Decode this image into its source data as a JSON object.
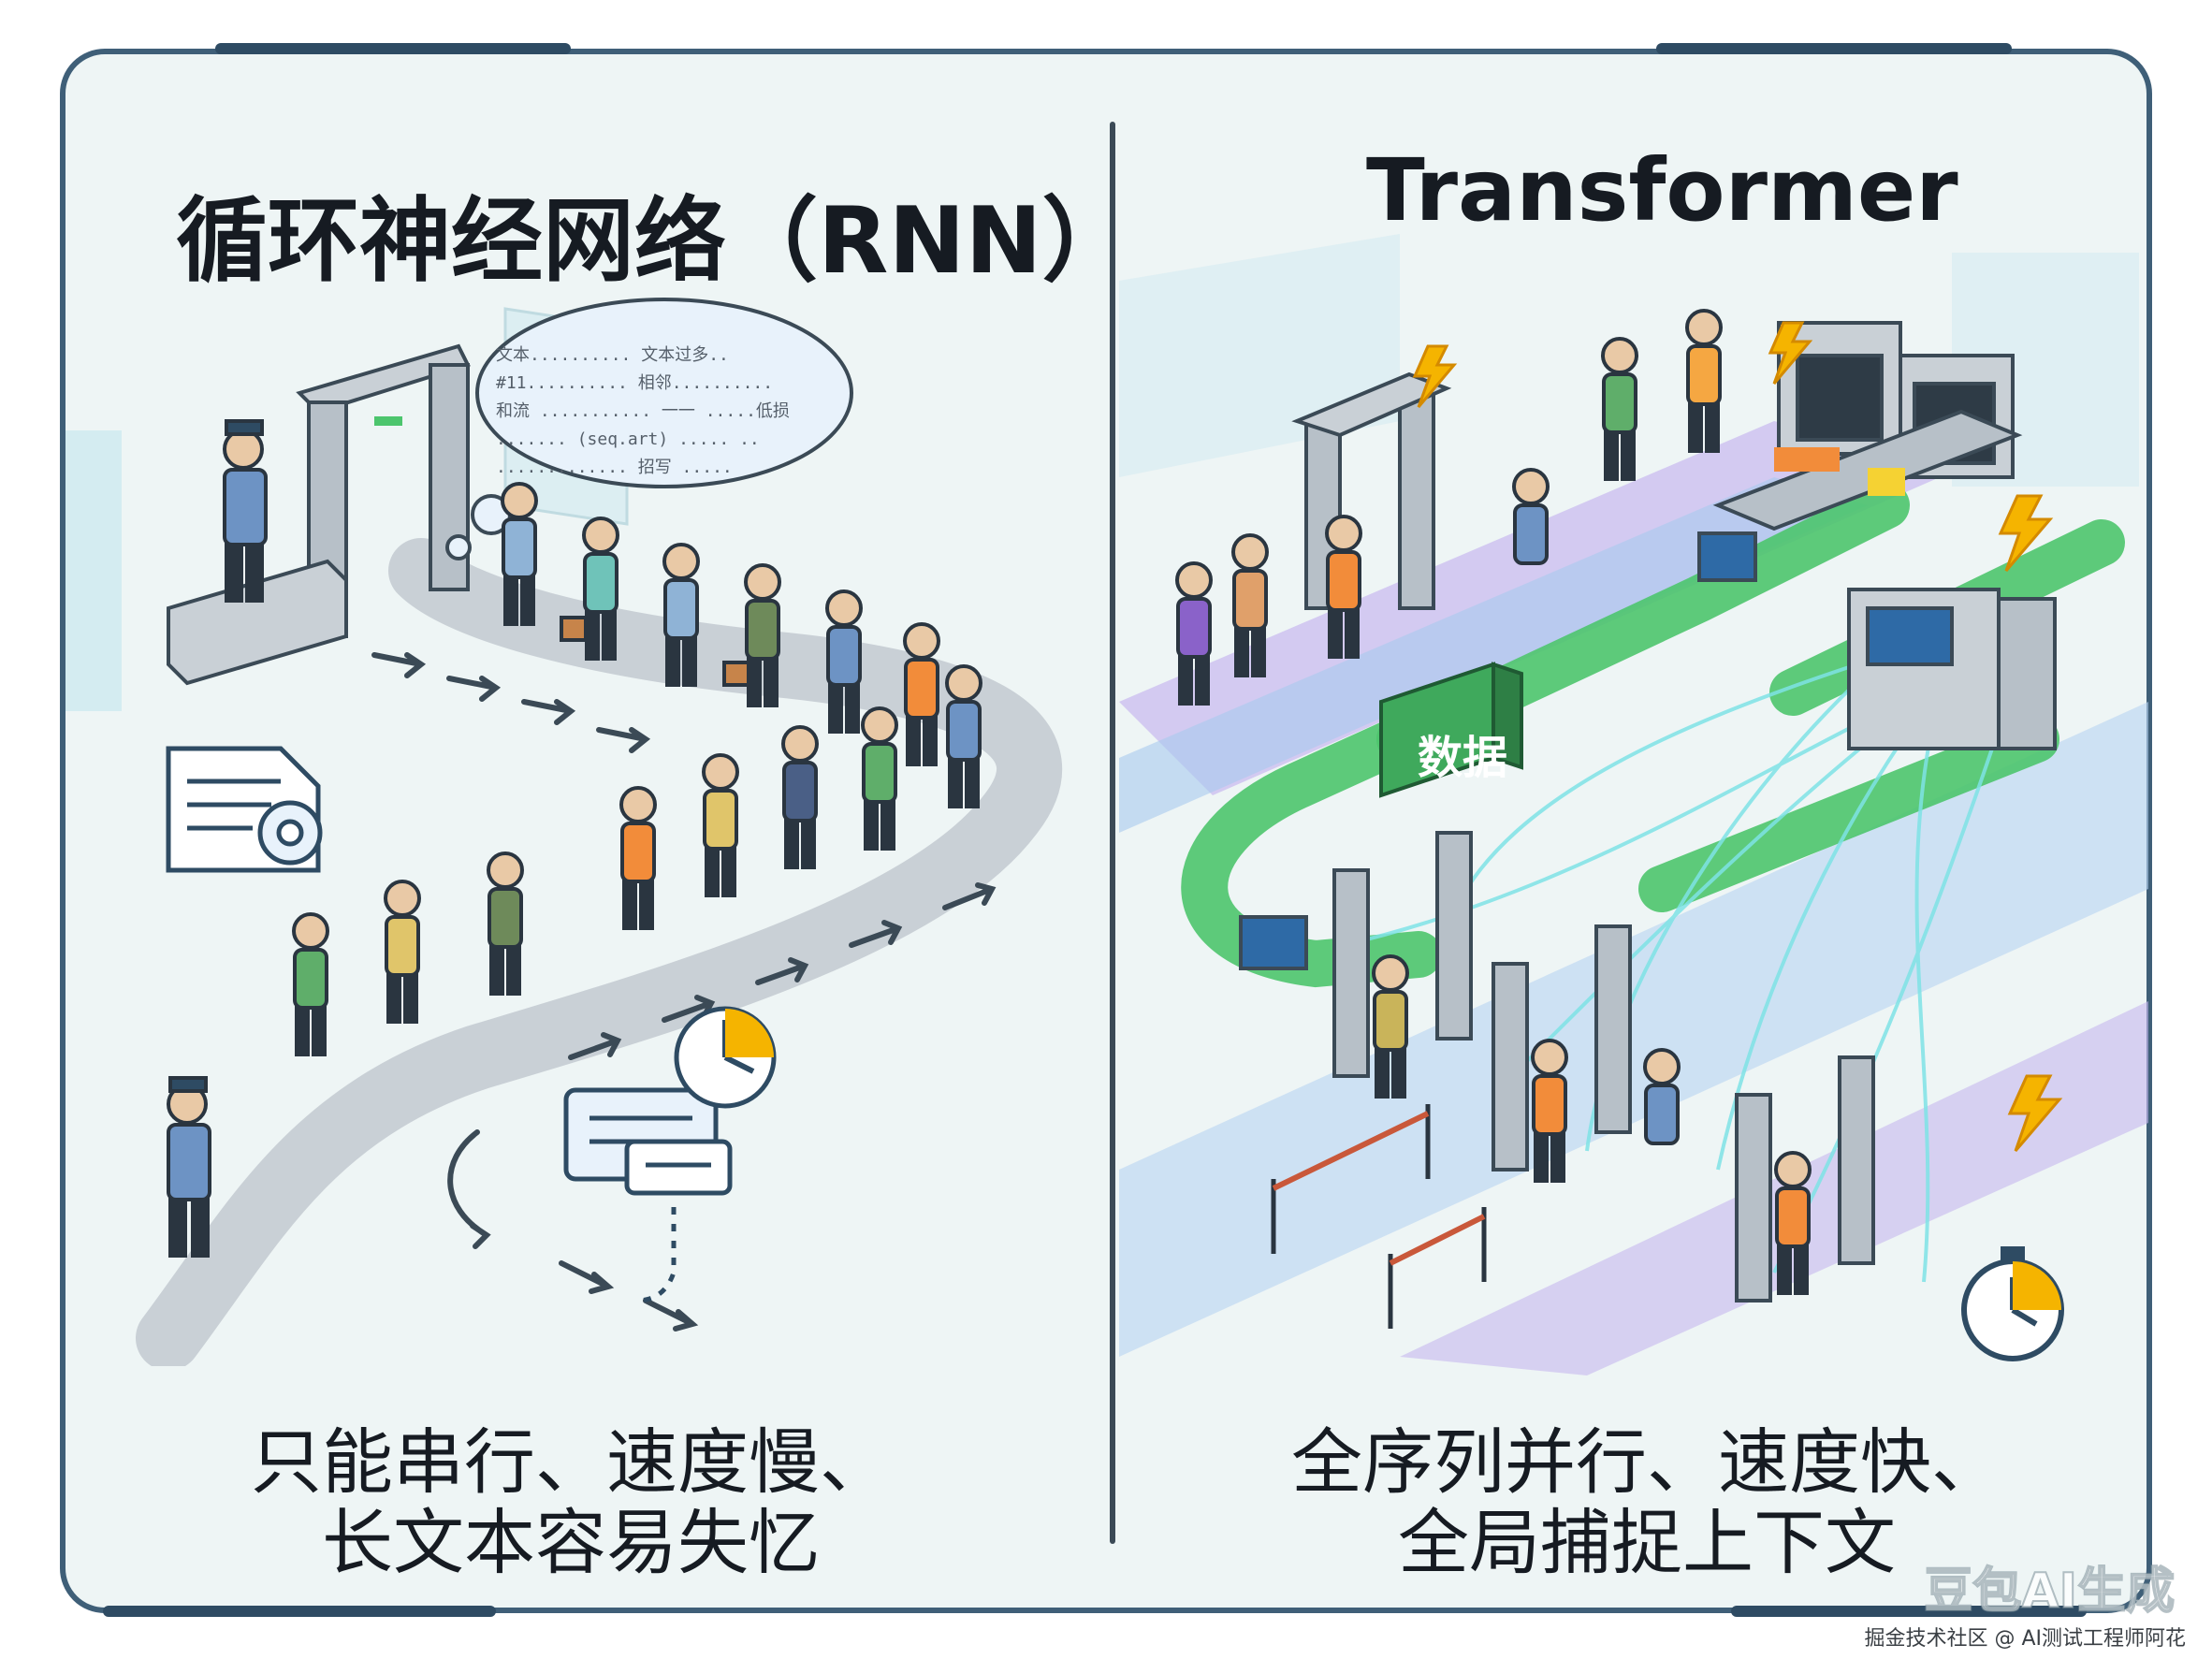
{
  "left_panel": {
    "title": "循环神经网络（RNN）",
    "caption_line1": "只能串行、速度慢、",
    "caption_line2": "长文本容易失忆",
    "thought_bubble_lines": [
      "文本.......... 文本过多..",
      "#11..........  相邻..........",
      "和流 ........... 一一 .....低损",
      "....... (seq.art) ..... ..",
      "............. 招写 ....."
    ]
  },
  "right_panel": {
    "title": "Transformer",
    "caption_line1": "全序列并行、速度快、",
    "caption_line2": "全局捕捉上下文",
    "data_sign": "数据"
  },
  "brand_mark": "豆包AI生成",
  "watermark": "掘金技术社区 @ AI测试工程师阿花",
  "colors": {
    "frame": "#3f5f78",
    "background": "#eef5f5",
    "conveyor": "#4cc56d",
    "person_blue": "#6d93c4",
    "person_orange": "#f28c3a",
    "accent_yellow": "#f5b400",
    "stream_cyan": "#7fe3e6"
  }
}
